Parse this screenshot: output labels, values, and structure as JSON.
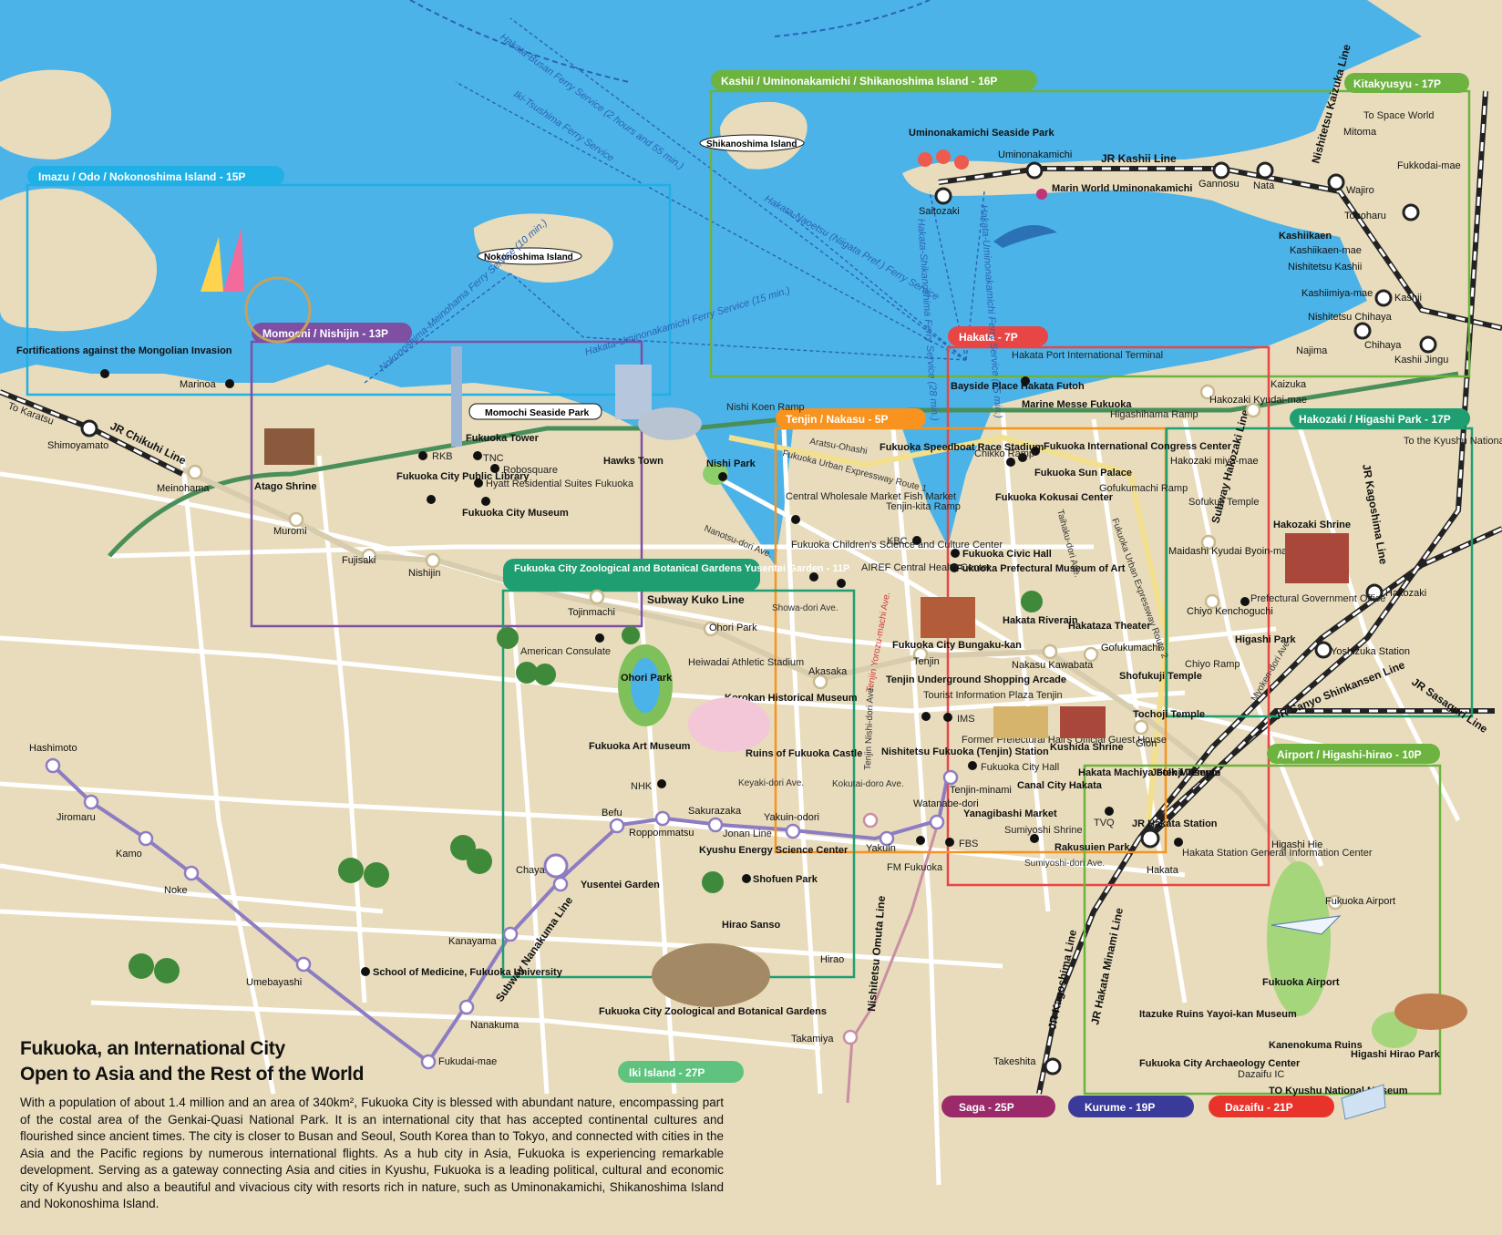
{
  "colors": {
    "sea": "#4bb3e8",
    "land": "#e8dcbc",
    "road": "#ffffff",
    "rail": "#4a8f5a",
    "subway_kuko": "#d8ccae",
    "subway_nanakuma": "#8e7cc3",
    "region_imazu": "#1fb0e6",
    "region_momochi": "#7e4fa3",
    "region_kashii": "#6db33f",
    "region_kitakyusyu": "#6db33f",
    "region_hakata": "#e84545",
    "region_tenjin": "#f7931e",
    "region_zoo": "#1f9e72",
    "region_hakozaki": "#1f9e72",
    "region_airport": "#6db33f",
    "iki": "#5fc27e",
    "saga": "#9a2a6a",
    "kurume": "#3a3a9a",
    "dazaifu": "#e8332a"
  },
  "regions": [
    {
      "key": "imazu",
      "label": "Imazu / Odo / Nokonoshima Island - 15P"
    },
    {
      "key": "momochi",
      "label": "Momochi / Nishijin - 13P"
    },
    {
      "key": "kashii",
      "label": "Kashii / Uminonakamichi / Shikanoshima Island - 16P"
    },
    {
      "key": "kitakyusyu",
      "label": "Kitakyusyu - 17P"
    },
    {
      "key": "hakata",
      "label": "Hakata - 7P"
    },
    {
      "key": "tenjin",
      "label": "Tenjin / Nakasu - 5P"
    },
    {
      "key": "hakozaki",
      "label": "Hakozaki / Higashi Park - 17P"
    },
    {
      "key": "zoo",
      "label": "Fukuoka City Zoological and Botanical Gardens Yusentei Garden - 11P"
    },
    {
      "key": "airport",
      "label": "Airport / Higashi-hirao - 10P"
    }
  ],
  "bottom_tabs": {
    "iki": "Iki Island - 27P",
    "saga": "Saga - 25P",
    "kurume": "Kurume - 19P",
    "dazaifu": "Dazaifu - 21P"
  },
  "islands": {
    "shikanoshima": "Shikanoshima Island",
    "nokonoshima": "Nokonoshima Island",
    "momochi_seaside": "Momochi Seaside Park"
  },
  "ferries": {
    "busan": "Hakata-Busan Ferry Service (2 hours and 55 min.)",
    "iki_tsushima": "Iki-Tsushima Ferry Service",
    "naoetsu": "Hakata-Naoetsu (Niigata Pref.) Ferry Service",
    "uminonakamichi": "Hakata-Uminonakamichi Ferry Service (15 min.)",
    "shikanoshima": "Hakata-Shikanoshima Ferry Service (28 min.)",
    "uminonakamichi2": "Hakata-Uminonakamichi Ferry Service (25 min.)",
    "nokonoshima": "Nokonoshima-Meinohama Ferry Service (10 min.)"
  },
  "rail_lines": {
    "chikuhi": "JR Chikuhi Line",
    "kashii": "JR Kashii Line",
    "kagoshima": "JR Kagoshima Line",
    "kagoshima2": "JR Kagoshima Line",
    "sasaguri": "JR Sasaguri Line",
    "sanyo": "JR Sanyo Shinkansen Line",
    "hakata_minami": "JR Hakata Minami Line",
    "kuko": "Subway Kuko Line",
    "nanakuma": "Subway Nanakuma Line",
    "hakozaki_sub": "Subway Hakozaki Line",
    "omuta": "Nishitetsu Omuta Line",
    "kaizuka": "Nishitetsu Kaizuka Line",
    "to_karatsu": "To Karatsu"
  },
  "roads": {
    "aratsu": "Aratsu-Ohashi",
    "urban_route1": "Fukuoka Urban Expressway Route 1",
    "urban_route2": "Fukuoka Urban Expressway Route 2",
    "nanotsu": "Nanotsu-dori Ave.",
    "showa": "Showa-dori Ave.",
    "yorozu": "Tenjin Yorozu-machi Ave.",
    "nishidori": "Tenjin Nishi-dori Ave.",
    "keyaki": "Keyaki-dori Ave.",
    "kokutai": "Kokutai-doro Ave.",
    "taihaku": "Taihaku-dori Ave.",
    "myoken": "Myoken-dori Ave.",
    "sumiyoshi": "Sumiyoshi-dori Ave.",
    "kyushu_expressway": "To the Kyushu National Expressway"
  },
  "stations": [
    {
      "n": "Shimoyamato"
    },
    {
      "n": "Meinohama"
    },
    {
      "n": "Muromi"
    },
    {
      "n": "Fujisaki"
    },
    {
      "n": "Nishijin"
    },
    {
      "n": "Tojinmachi"
    },
    {
      "n": "Ohori Park"
    },
    {
      "n": "Akasaka"
    },
    {
      "n": "Tenjin"
    },
    {
      "n": "Nakasu Kawabata"
    },
    {
      "n": "Gofukumachi"
    },
    {
      "n": "Gion"
    },
    {
      "n": "Hashimoto"
    },
    {
      "n": "Jiromaru"
    },
    {
      "n": "Kamo"
    },
    {
      "n": "Noke"
    },
    {
      "n": "Umebayashi"
    },
    {
      "n": "Fukudai-mae"
    },
    {
      "n": "Nanakuma"
    },
    {
      "n": "Kanayama"
    },
    {
      "n": "Chayama"
    },
    {
      "n": "Befu"
    },
    {
      "n": "Roppommatsu"
    },
    {
      "n": "Sakurazaka"
    },
    {
      "n": "Yakuin-odori"
    },
    {
      "n": "Yakuin"
    },
    {
      "n": "Watanabe-dori"
    },
    {
      "n": "Tenjin-minami"
    },
    {
      "n": "Hirao"
    },
    {
      "n": "Takamiya"
    },
    {
      "n": "Takeshita"
    },
    {
      "n": "Hakata"
    },
    {
      "n": "Higashi Hie"
    },
    {
      "n": "Fukuoka Airport"
    },
    {
      "n": "Saitozaki"
    },
    {
      "n": "Uminonakamichi"
    },
    {
      "n": "Gannosu"
    },
    {
      "n": "Nata"
    },
    {
      "n": "Wajiro"
    },
    {
      "n": "Tonoharu"
    },
    {
      "n": "Fukkodai-mae"
    },
    {
      "n": "Mitoma"
    },
    {
      "n": "Kashiikaen-mae"
    },
    {
      "n": "Nishitetsu Kashii"
    },
    {
      "n": "Kashiimiya-mae"
    },
    {
      "n": "Kashii"
    },
    {
      "n": "Nishitetsu Chihaya"
    },
    {
      "n": "Chihaya"
    },
    {
      "n": "Najima"
    },
    {
      "n": "Kashii Jingu"
    },
    {
      "n": "Kaizuka"
    },
    {
      "n": "Hakozaki Kyudai-mae"
    },
    {
      "n": "Hakozaki miya-mae"
    },
    {
      "n": "Maidashi Kyudai Byoin-mae"
    },
    {
      "n": "Chiyo Kenchoguchi"
    },
    {
      "n": "Hakozaki"
    },
    {
      "n": "Yoshizuka Station"
    },
    {
      "n": "Marinoa"
    },
    {
      "n": "Nishitetsu Fukuoka (Tenjin) Station"
    },
    {
      "n": "JR Hakata Station"
    },
    {
      "n": "Wajiro"
    }
  ],
  "pois": {
    "fortifications": "Fortifications against the Mongolian Invasion",
    "atago": "Atago Shrine",
    "fukuoka_tower": "Fukuoka Tower",
    "rkb": "RKB",
    "tnc": "TNC",
    "robosquare": "Robosquare",
    "hyatt": "Hyatt Residential Suites Fukuoka",
    "library": "Fukuoka City Public Library",
    "city_museum": "Fukuoka City Museum",
    "hawks_town": "Hawks Town",
    "nishi_park": "Nishi Park",
    "nishi_koen_ramp": "Nishi Koen Ramp",
    "american_consulate": "American Consulate",
    "ohori_park": "Ohori Park",
    "heiwadai": "Heiwadai Athletic Stadium",
    "korokan": "Korokan Historical Museum",
    "art_museum": "Fukuoka Art Museum",
    "castle": "Ruins of Fukuoka Castle",
    "nhk": "NHK",
    "jonan_line": "Jonan Line",
    "energy": "Kyushu Energy Science Center",
    "shofuen": "Shofuen Park",
    "hirao_sanso": "Hirao Sanso",
    "yusentei": "Yusentei Garden",
    "zoo": "Fukuoka City Zoological and Botanical Gardens",
    "medicine": "School of Medicine, Fukuoka University",
    "uminonakamichi_park": "Uminonakamichi Seaside Park",
    "marin_world": "Marin World Uminonakamichi",
    "kashiikaen": "Kashiikaen",
    "to_space_world": "To Space World",
    "port_terminal": "Hakata Port International Terminal",
    "bayside": "Bayside Place Hakata Futoh",
    "marine_messe": "Marine Messe Fukuoka",
    "higashihama": "Higashihama Ramp",
    "congress": "Fukuoka International Congress Center",
    "sun_palace": "Fukuoka Sun Palace",
    "kokusai": "Fukuoka Kokusai Center",
    "chikko": "Chikko Ramp",
    "gofuku_ramp": "Gofukumachi Ramp",
    "speedboat": "Fukuoka Speedboat Race Stadium",
    "fish_market": "Central Wholesale Market Fish Market",
    "tenjin_kita": "Tenjin-kita Ramp",
    "kbc": "KBC",
    "childrens": "Fukuoka Children's Science and Culture Center",
    "airef": "AIREF Central Health Center",
    "civic_hall": "Fukuoka Civic Hall",
    "pref_museum": "Fukuoka Prefectural Museum of Art",
    "bungakukan": "Fukuoka City Bungaku-kan",
    "riverain": "Hakata Riverain",
    "hakataza": "Hakataza Theater",
    "underground": "Tenjin Underground Shopping Arcade",
    "tourist_info": "Tourist Information Plaza Tenjin",
    "ims": "IMS",
    "guest_house": "Former Prefectural Hall's Official Guest House",
    "city_hall": "Fukuoka City Hall",
    "kushida": "Kushida Shrine",
    "shofukuji": "Shofukuji Temple",
    "tochoji": "Tochoji Temple",
    "jotenji": "Jotenji Temple",
    "machiya": "Hakata Machiya Folk Museum",
    "canal_city": "Canal City Hakata",
    "yanagibashi": "Yanagibashi Market",
    "sumiyoshi": "Sumiyoshi Shrine",
    "tvq": "TVQ",
    "fbs": "FBS",
    "fm": "FM Fukuoka",
    "rakusuien": "Rakusuien Park",
    "hakata_info": "Hakata Station General Information Center",
    "hakozaki_shrine": "Hakozaki Shrine",
    "sofukuji": "Sofukuji Temple",
    "pref_office": "Prefectural Government Office",
    "higashi_park": "Higashi Park",
    "chiyo_ramp": "Chiyo Ramp",
    "airport_label": "Fukuoka Airport",
    "itazuke": "Itazuke Ruins Yayoi-kan Museum",
    "archaeology": "Fukuoka City Archaeology Center",
    "kanenokuma": "Kanenokuma Ruins",
    "hirao_park": "Higashi Hirao Park",
    "dazaifu_ic": "Dazaifu IC",
    "to_kyushu_museum": "TO Kyushu National Museum"
  },
  "intro": {
    "title1": "Fukuoka, an International City",
    "title2": "Open to Asia and the Rest of the World",
    "body": "With a population of about 1.4 million and an area of 340km², Fukuoka City is blessed with abundant nature, encompassing part of the costal area of the Genkai-Quasi National Park. It is an international city that has accepted continental cultures and flourished since ancient times. The city is closer to Busan and Seoul, South Korea than to Tokyo, and connected with cities in the Asia and the Pacific regions by numerous international flights. As a hub city in Asia, Fukuoka is experiencing remarkable development. Serving as a gateway connecting Asia and cities in Kyushu, Fukuoka is a leading political, cultural and economic city of Kyushu and also a beautiful and vivacious city with resorts rich in nature, such as Uminonakamichi, Shikanoshima Island and Nokonoshima Island."
  }
}
